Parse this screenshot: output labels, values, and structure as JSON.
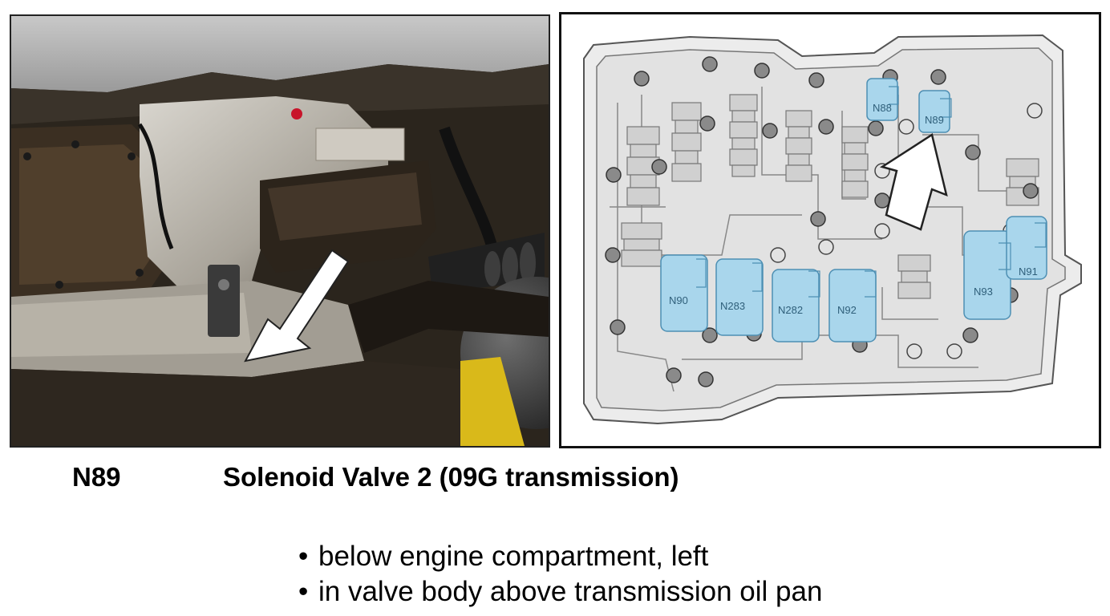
{
  "component_code": "N89",
  "component_title": "Solenoid Valve 2 (09G transmission)",
  "locations": [
    "below engine compartment, left",
    "in valve body above transmission oil pan"
  ],
  "diagram": {
    "solenoid_labels": {
      "n88": "N88",
      "n89": "N89",
      "n90": "N90",
      "n283": "N283",
      "n282": "N282",
      "n92": "N92",
      "n93": "N93",
      "n91": "N91"
    },
    "solenoid_color": "#a9d6ec"
  }
}
